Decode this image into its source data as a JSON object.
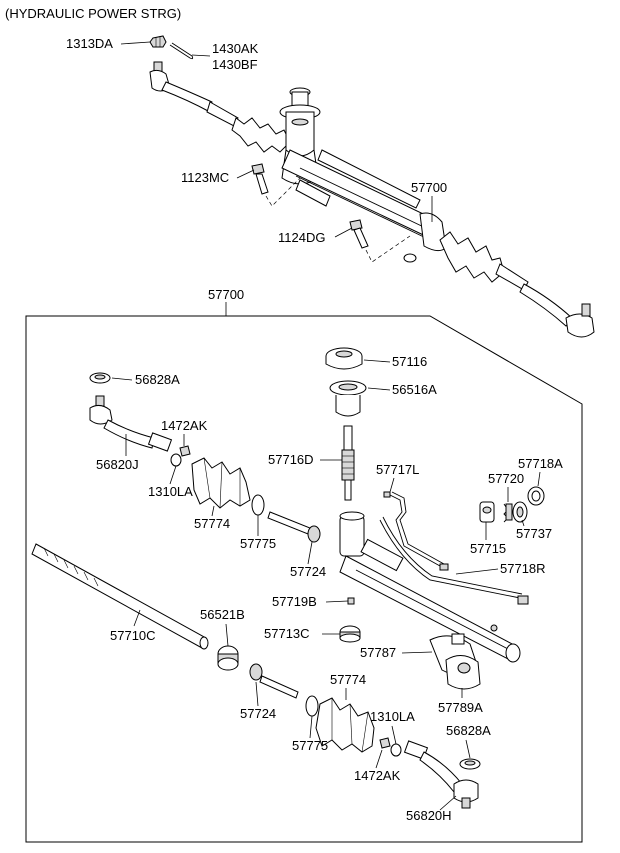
{
  "diagram": {
    "title": "(HYDRAULIC POWER STRG)",
    "assembly_label": "57700",
    "parts": [
      {
        "id": "1313DA",
        "label": "1313DA"
      },
      {
        "id": "1430AK",
        "label": "1430AK"
      },
      {
        "id": "1430BF",
        "label": "1430BF"
      },
      {
        "id": "1123MC",
        "label": "1123MC"
      },
      {
        "id": "57700-top",
        "label": "57700"
      },
      {
        "id": "1124DG",
        "label": "1124DG"
      },
      {
        "id": "57116",
        "label": "57116"
      },
      {
        "id": "56828A-top",
        "label": "56828A"
      },
      {
        "id": "56516A",
        "label": "56516A"
      },
      {
        "id": "1472AK-top",
        "label": "1472AK"
      },
      {
        "id": "56820J",
        "label": "56820J"
      },
      {
        "id": "57716D",
        "label": "57716D"
      },
      {
        "id": "57717L",
        "label": "57717L"
      },
      {
        "id": "57718A",
        "label": "57718A"
      },
      {
        "id": "57720",
        "label": "57720"
      },
      {
        "id": "1310LA-top",
        "label": "1310LA"
      },
      {
        "id": "57774-top",
        "label": "57774"
      },
      {
        "id": "57737",
        "label": "57737"
      },
      {
        "id": "57775-top",
        "label": "57775"
      },
      {
        "id": "57715",
        "label": "57715"
      },
      {
        "id": "57724-top",
        "label": "57724"
      },
      {
        "id": "57718R",
        "label": "57718R"
      },
      {
        "id": "57719B",
        "label": "57719B"
      },
      {
        "id": "56521B",
        "label": "56521B"
      },
      {
        "id": "57713C",
        "label": "57713C"
      },
      {
        "id": "57710C",
        "label": "57710C"
      },
      {
        "id": "57787",
        "label": "57787"
      },
      {
        "id": "57774-bottom",
        "label": "57774"
      },
      {
        "id": "57789A",
        "label": "57789A"
      },
      {
        "id": "57724-bottom",
        "label": "57724"
      },
      {
        "id": "1310LA-bottom",
        "label": "1310LA"
      },
      {
        "id": "56828A-bottom",
        "label": "56828A"
      },
      {
        "id": "57775-bottom",
        "label": "57775"
      },
      {
        "id": "1472AK-bottom",
        "label": "1472AK"
      },
      {
        "id": "56820H",
        "label": "56820H"
      }
    ]
  }
}
